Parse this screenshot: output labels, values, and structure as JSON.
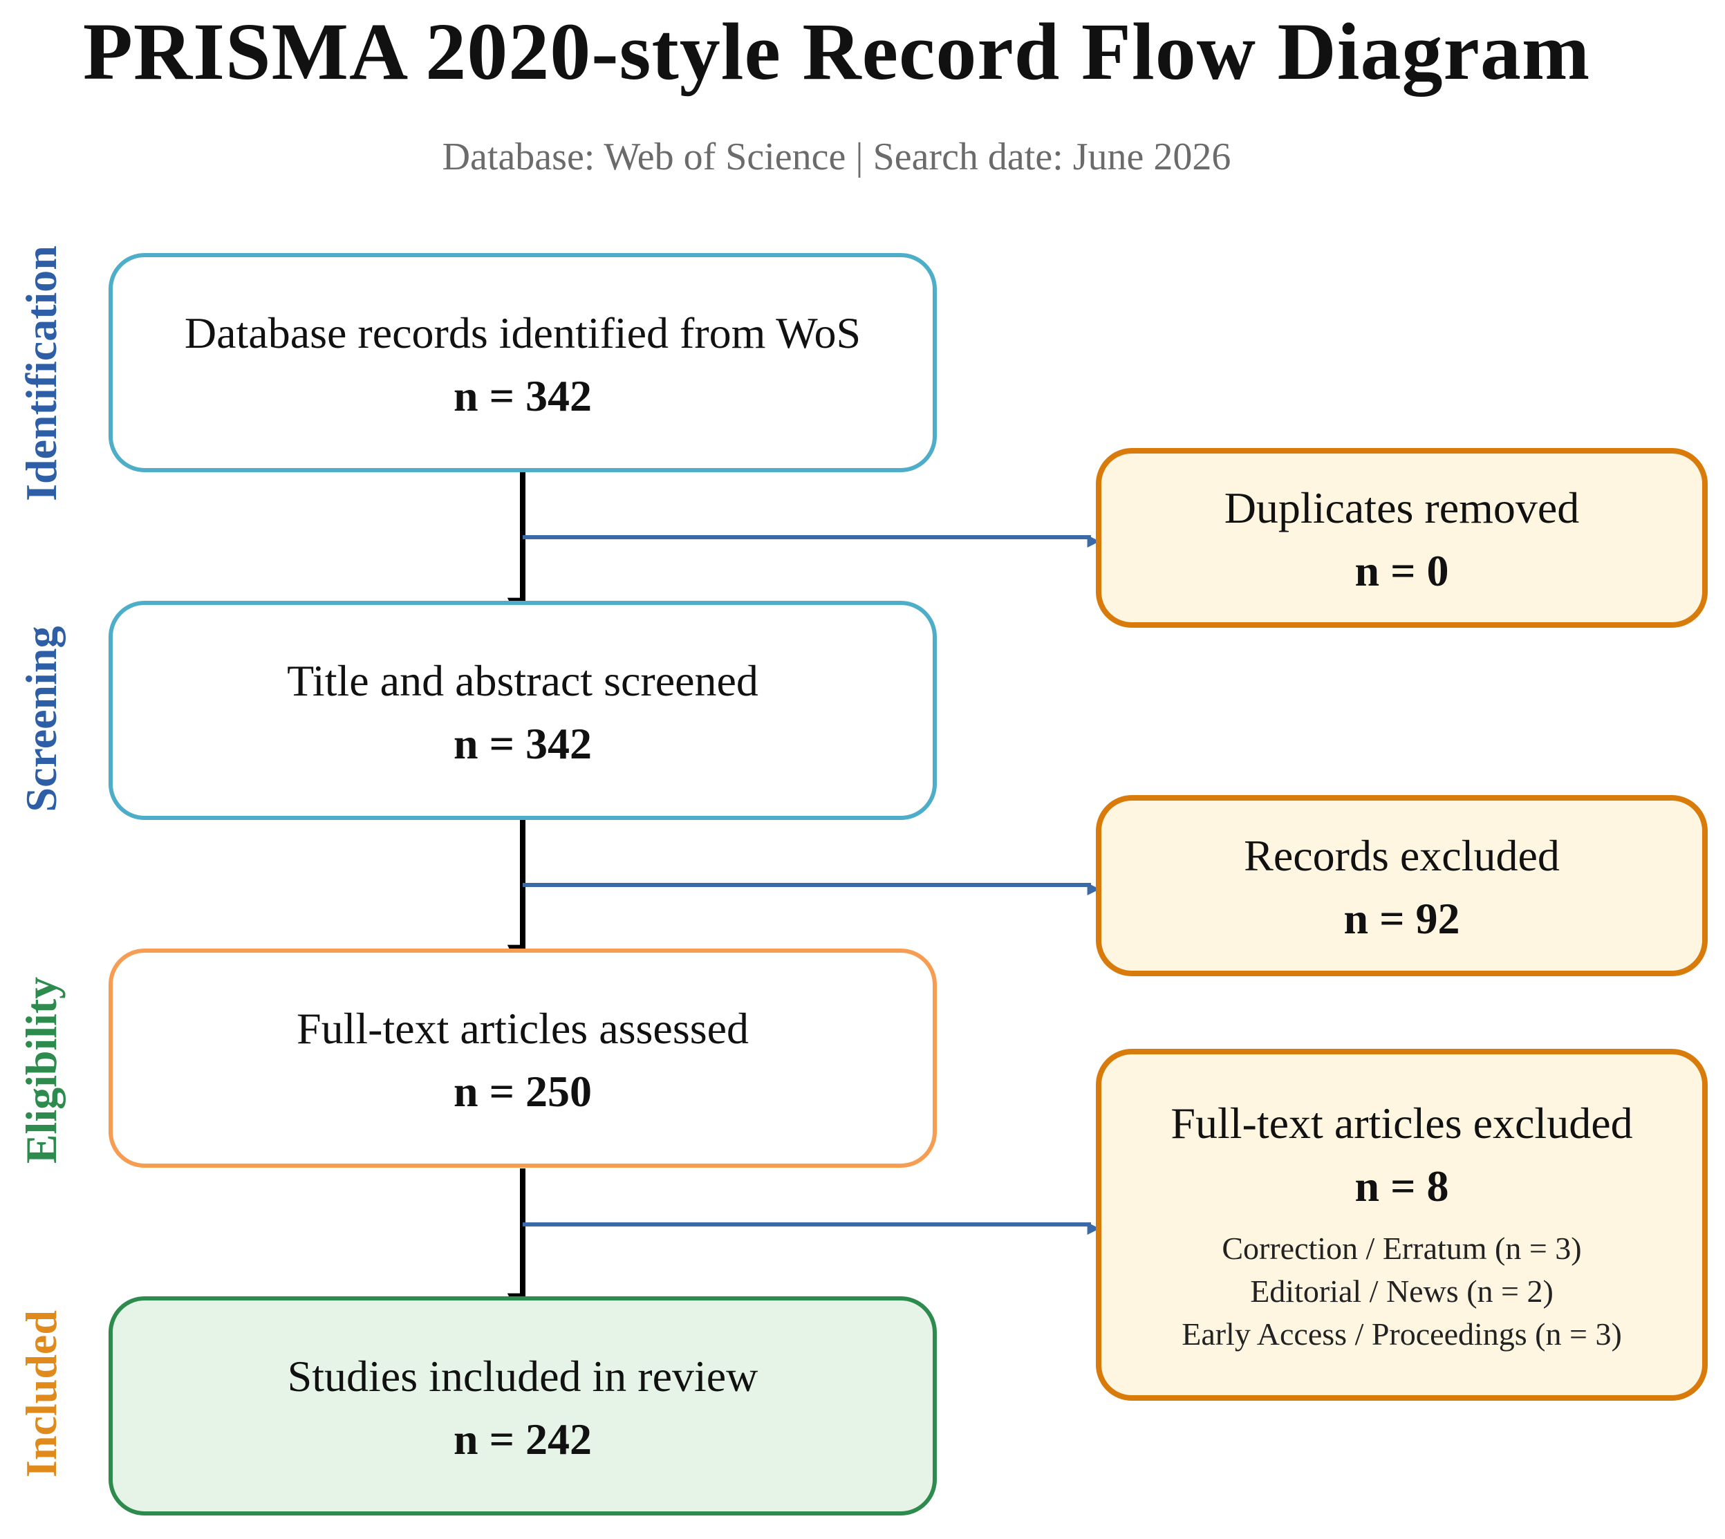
{
  "title": "PRISMA 2020-style Record Flow Diagram",
  "subtitle": "Database: Web of Science | Search date: June 2026",
  "phases": [
    {
      "label": "Identification",
      "color": "#2e5fa6"
    },
    {
      "label": "Screening",
      "color": "#2e5fa6"
    },
    {
      "label": "Eligibility",
      "color": "#2e8b4e"
    },
    {
      "label": "Included",
      "color": "#e08a1c"
    }
  ],
  "main_boxes": [
    {
      "label": "Database records identified from WoS",
      "n": "n = 342"
    },
    {
      "label": "Title and abstract screened",
      "n": "n = 342"
    },
    {
      "label": "Full-text articles assessed",
      "n": "n = 250"
    },
    {
      "label": "Studies included in review",
      "n": "n = 242"
    }
  ],
  "side_boxes": [
    {
      "label": "Duplicates removed",
      "n": "n = 0"
    },
    {
      "label": "Records excluded",
      "n": "n = 92"
    },
    {
      "label": "Full-text articles excluded",
      "n": "n = 8",
      "details": [
        "Correction / Erratum (n = 3)",
        "Editorial / News (n = 2)",
        "Early Access / Proceedings (n = 3)"
      ]
    }
  ],
  "colors": {
    "screening_border": "#4eaec9",
    "eligibility_border": "#f79d52",
    "included_border": "#2e8b4e",
    "included_fill": "#e6f4e7",
    "exclusion_border": "#d97b0a",
    "exclusion_fill": "#fff6e1",
    "flow_arrow": "#000000",
    "branch_arrow": "#3a6aa8"
  }
}
